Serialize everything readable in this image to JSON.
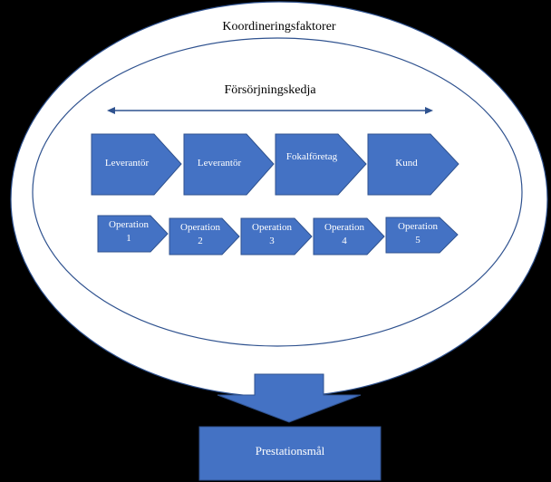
{
  "outer_label": "Koordineringsfaktorer",
  "inner_label": "Försörjningskedja",
  "chain": [
    {
      "label": "Leverantör"
    },
    {
      "label": "Leverantör"
    },
    {
      "label": "Fokalföretag"
    },
    {
      "label": "Kund"
    }
  ],
  "operations": [
    {
      "line1": "Operation",
      "line2": "1"
    },
    {
      "line1": "Operation",
      "line2": "2"
    },
    {
      "line1": "Operation",
      "line2": "3"
    },
    {
      "line1": "Operation",
      "line2": "4"
    },
    {
      "line1": "Operation",
      "line2": "5"
    }
  ],
  "result_label": "Prestationsmål",
  "colors": {
    "background": "#000000",
    "fill": "#ffffff",
    "shape": "#4472c4",
    "shape_border": "#2f528f"
  }
}
